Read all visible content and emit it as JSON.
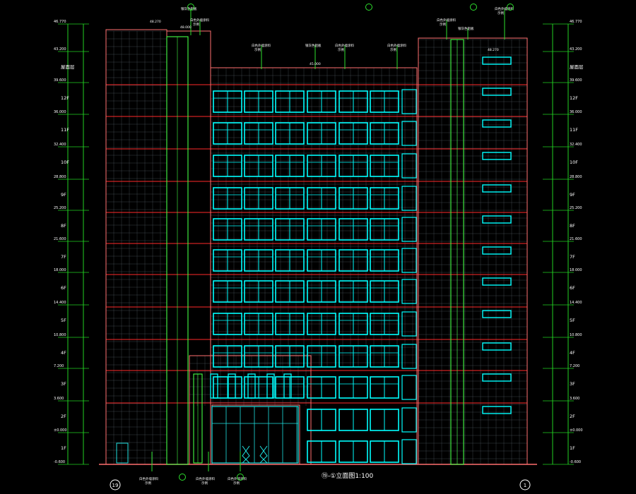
{
  "drawing": {
    "title": "⑲-①立面图1:100",
    "bottom_axis_left": "19",
    "bottom_axis_right": "1"
  },
  "colors": {
    "background": "#000000",
    "facade_outline": "#ff6f6f",
    "floor_band": "#ff2a2a",
    "grid": "#7f8fa0",
    "window": "#00ffff",
    "dimension": "#22d022",
    "leader": "#2ee02e",
    "label": "#ffffff",
    "stair_shaft": "#44ff44",
    "entrance_glass": "#20e0e0"
  },
  "levels": {
    "left": [
      {
        "elev": "46.770",
        "label": ""
      },
      {
        "elev": "43.200",
        "label": "屋面层"
      },
      {
        "elev": "39.600",
        "label": "12F"
      },
      {
        "elev": "36.000",
        "label": "11F"
      },
      {
        "elev": "32.400",
        "label": "10F"
      },
      {
        "elev": "28.800",
        "label": "9F"
      },
      {
        "elev": "25.200",
        "label": "8F"
      },
      {
        "elev": "21.600",
        "label": "7F"
      },
      {
        "elev": "18.000",
        "label": "6F"
      },
      {
        "elev": "14.400",
        "label": "5F"
      },
      {
        "elev": "10.800",
        "label": "4F"
      },
      {
        "elev": "7.200",
        "label": "3F"
      },
      {
        "elev": "3.600",
        "label": "2F"
      },
      {
        "elev": "±0.000",
        "label": "1F"
      },
      {
        "elev": "-0.600",
        "label": ""
      }
    ],
    "right": [
      {
        "elev": "46.770",
        "label": ""
      },
      {
        "elev": "43.200",
        "label": "屋面层"
      },
      {
        "elev": "39.600",
        "label": "12F"
      },
      {
        "elev": "36.000",
        "label": "11F"
      },
      {
        "elev": "32.400",
        "label": "10F"
      },
      {
        "elev": "28.800",
        "label": "9F"
      },
      {
        "elev": "25.200",
        "label": "8F"
      },
      {
        "elev": "21.600",
        "label": "7F"
      },
      {
        "elev": "18.000",
        "label": "6F"
      },
      {
        "elev": "14.400",
        "label": "5F"
      },
      {
        "elev": "10.800",
        "label": "4F"
      },
      {
        "elev": "7.200",
        "label": "3F"
      },
      {
        "elev": "3.600",
        "label": "2F"
      },
      {
        "elev": "±0.000",
        "label": "1F"
      },
      {
        "elev": "-0.600",
        "label": ""
      }
    ]
  },
  "callouts": {
    "top": [
      {
        "text": "银灰色铝板",
        "sub": ""
      },
      {
        "text": "白色外墙涂料",
        "sub": "示例"
      },
      {
        "text": "白色外墙涂料",
        "sub": "示例"
      },
      {
        "text": "银灰色铝板",
        "sub": ""
      },
      {
        "text": "白色外墙涂料",
        "sub": "示例"
      },
      {
        "text": "白色外墙涂料",
        "sub": "示例"
      },
      {
        "text": "白色外墙涂料",
        "sub": "示例"
      },
      {
        "text": "银灰色铝板",
        "sub": ""
      },
      {
        "text": "白色外墙涂料",
        "sub": "示例"
      }
    ],
    "bottom": [
      {
        "text": "白色外墙涂料",
        "sub": "示例"
      },
      {
        "text": "白色外墙涂料",
        "sub": "示例"
      },
      {
        "text": "白色外墙涂料",
        "sub": "示例"
      }
    ],
    "roof_elevs": [
      "48.270",
      "48.000",
      "45.000",
      "48.270"
    ]
  }
}
